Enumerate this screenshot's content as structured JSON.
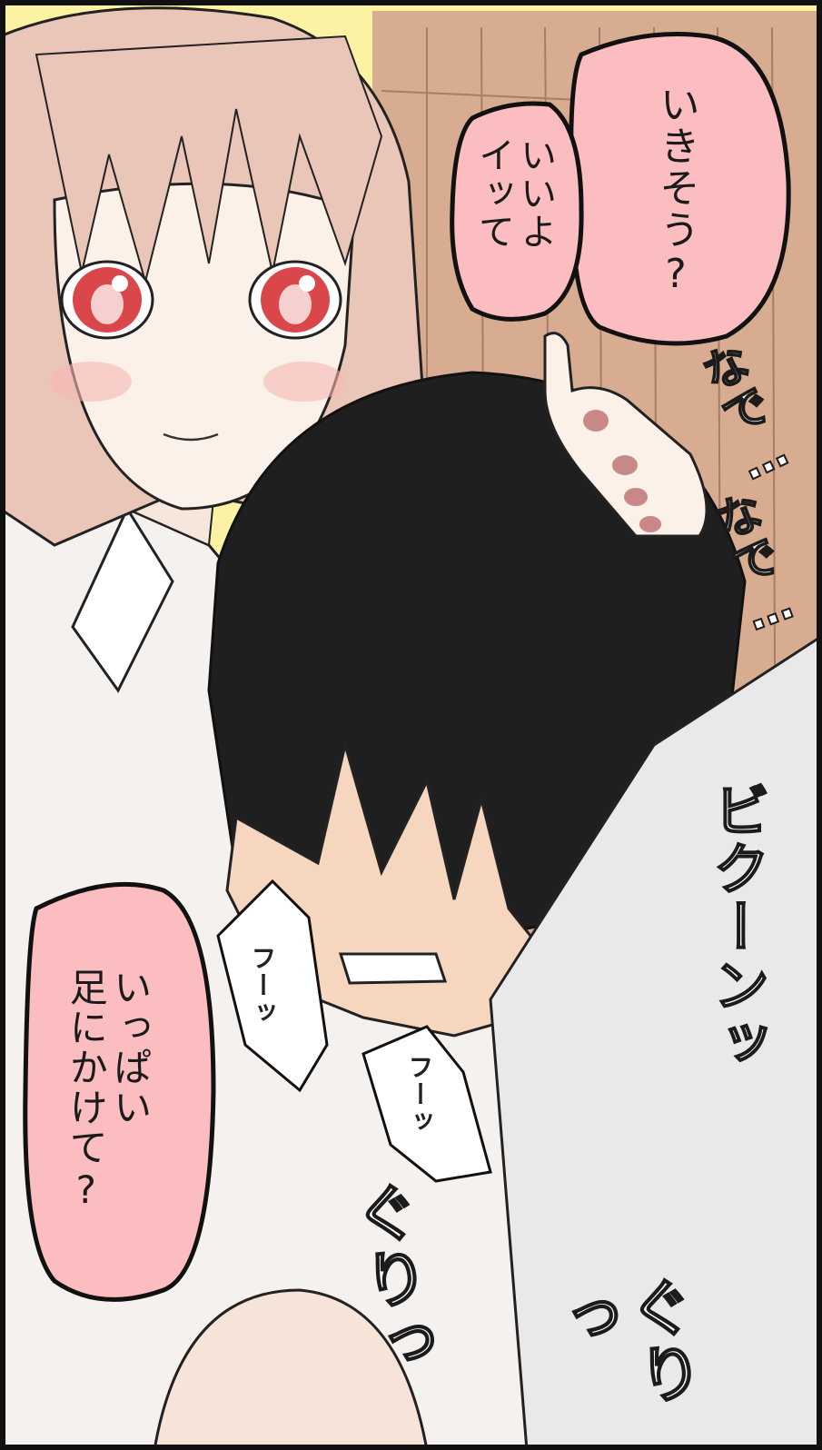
{
  "panel": {
    "bubbles": [
      {
        "text": "いきそう?"
      },
      {
        "text": "いいよ\nイッて"
      },
      {
        "text": "いっぱい\n足にかけて?"
      }
    ],
    "sfx": {
      "nade_1": "なで…",
      "nade_2": "なで…",
      "biku": "ビクーンッ",
      "fuu_1": "フーッ",
      "fuu_2": "フーッ",
      "guri_1": "ぐりっ",
      "guri_2": "ぐりっ"
    }
  },
  "colors": {
    "bubble_fill": "#fbbdc0",
    "hair_black": "#1f1f1f",
    "hair_pink": "#e9c6b8",
    "wall": "#d6aa8e",
    "skin": "#f7d6c0",
    "shirt": "#f2f2f2",
    "eye_red": "#d9474a",
    "nail": "#c98888"
  }
}
